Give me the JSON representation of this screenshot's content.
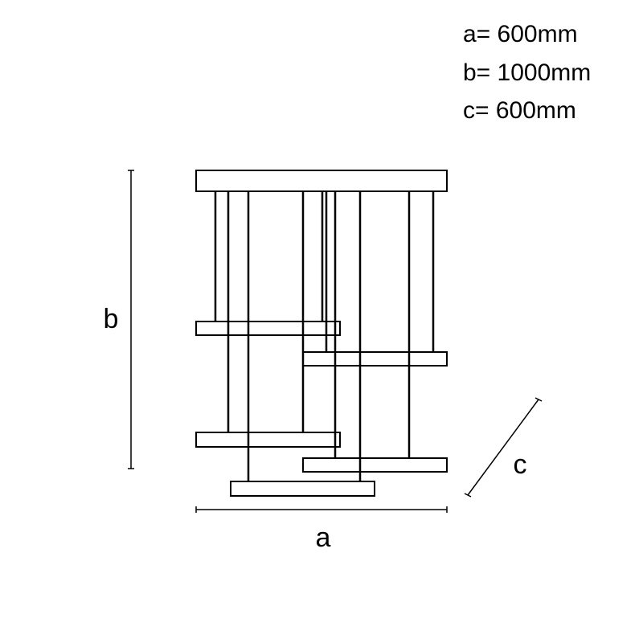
{
  "dimensions": [
    {
      "text": "a= 600mm"
    },
    {
      "text": "b= 1000mm"
    },
    {
      "text": "c= 600mm"
    }
  ],
  "labels": {
    "a": "a",
    "b": "b",
    "c": "c"
  },
  "colors": {
    "line": "#000000",
    "background": "#ffffff"
  }
}
